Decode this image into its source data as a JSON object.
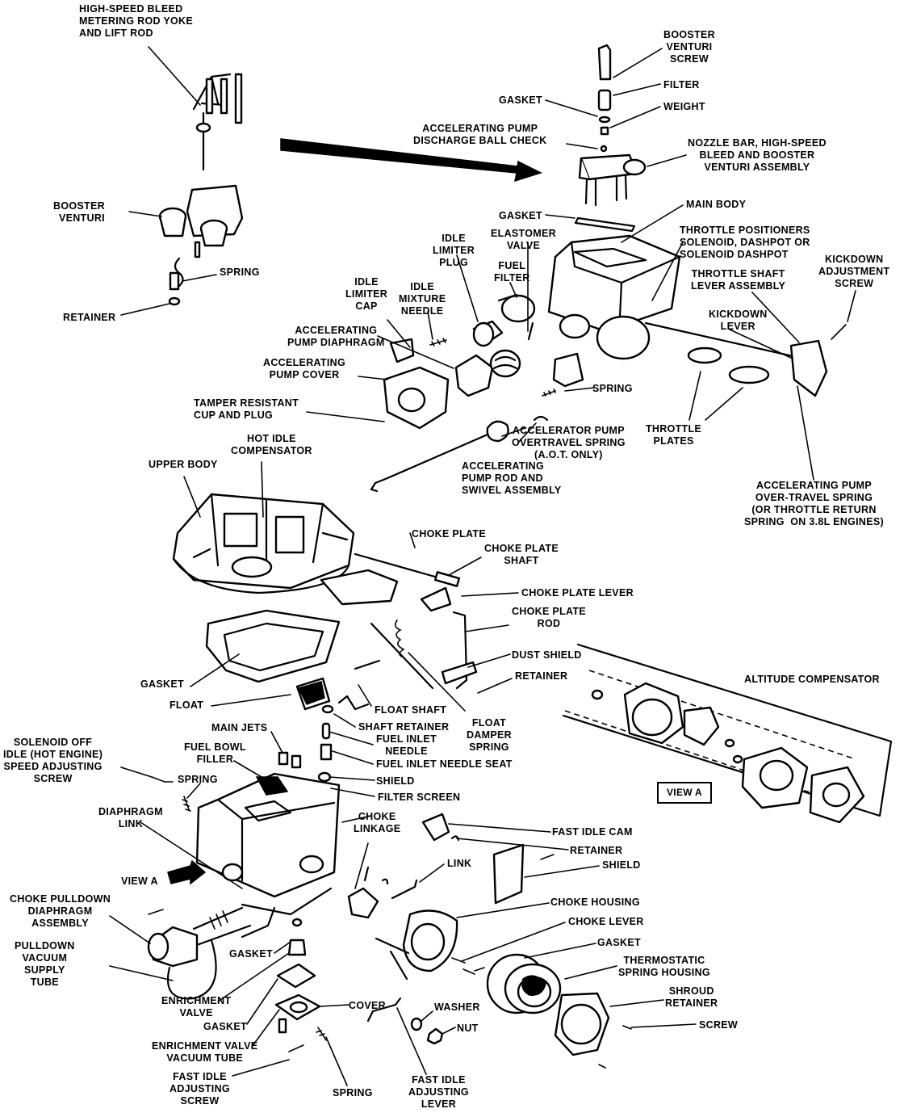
{
  "labels": {
    "high_speed_bleed": "HIGH-SPEED BLEED\nMETERING ROD YOKE\nAND LIFT ROD",
    "booster_venturi_left": "BOOSTER\nVENTURI",
    "spring_top": "SPRING",
    "retainer_top": "RETAINER",
    "booster_venturi_screw": "BOOSTER\nVENTURI\nSCREW",
    "filter": "FILTER",
    "gasket_top": "GASKET",
    "weight": "WEIGHT",
    "accel_pump_ball_check": "ACCELERATING PUMP\nDISCHARGE BALL CHECK",
    "nozzle_bar": "NOZZLE BAR, HIGH-SPEED\nBLEED AND BOOSTER\nVENTURI ASSEMBLY",
    "gasket_mid": "GASKET",
    "main_body": "MAIN BODY",
    "throttle_positioners": "THROTTLE POSITIONERS\nSOLENOID, DASHPOT OR\nSOLENOID DASHPOT",
    "idle_limiter_plug": "IDLE\nLIMITER\nPLUG",
    "elastomer_valve": "ELASTOMER\nVALVE",
    "fuel_filter": "FUEL\nFILTER",
    "idle_limiter_cap": "IDLE\nLIMITER\nCAP",
    "idle_mixture_needle": "IDLE\nMIXTURE\nNEEDLE",
    "kickdown_adjustment_screw": "KICKDOWN\nADJUSTMENT\nSCREW",
    "throttle_shaft_lever": "THROTTLE SHAFT\nLEVER ASSEMBLY",
    "kickdown_lever": "KICKDOWN\nLEVER",
    "accel_pump_diaphragm": "ACCELERATING\nPUMP DIAPHRAGM",
    "accel_pump_cover": "ACCELERATING\nPUMP COVER",
    "spring_pump": "SPRING",
    "tamper_resistant": "TAMPER RESISTANT\nCUP AND PLUG",
    "hot_idle_compensator": "HOT IDLE\nCOMPENSATOR",
    "accel_pump_overtravel": "ACCELERATOR PUMP\nOVERTRAVEL SPRING\n(A.O.T. ONLY)",
    "throttle_plates": "THROTTLE\nPLATES",
    "upper_body": "UPPER BODY",
    "accel_pump_rod": "ACCELERATING\nPUMP ROD AND\nSWIVEL ASSEMBLY",
    "accel_pump_overtravel_right": "ACCELERATING PUMP\nOVER-TRAVEL SPRING\n(OR THROTTLE RETURN\nSPRING  ON 3.8L ENGINES)",
    "choke_plate": "CHOKE PLATE",
    "choke_plate_shaft": "CHOKE PLATE\nSHAFT",
    "choke_plate_lever": "CHOKE PLATE LEVER",
    "choke_plate_rod": "CHOKE PLATE\nROD",
    "dust_shield": "DUST SHIELD",
    "retainer_mid": "RETAINER",
    "altitude_compensator": "ALTITUDE COMPENSATOR",
    "gasket_left": "GASKET",
    "float": "FLOAT",
    "float_shaft": "FLOAT SHAFT",
    "float_damper_spring": "FLOAT\nDAMPER\nSPRING",
    "shaft_retainer": "SHAFT RETAINER",
    "main_jets": "MAIN JETS",
    "fuel_inlet_needle": "FUEL INLET\nNEEDLE",
    "solenoid_off_idle": "SOLENOID OFF\nIDLE (HOT ENGINE)\nSPEED ADJUSTING\nSCREW",
    "fuel_bowl_filler": "FUEL BOWL\nFILLER",
    "fuel_inlet_needle_seat": "FUEL INLET NEEDLE SEAT",
    "shield_mid": "SHIELD",
    "spring_left": "SPRING",
    "filter_screen": "FILTER SCREEN",
    "view_a_box": "VIEW A",
    "diaphragm_link": "DIAPHRAGM\nLINK",
    "choke_linkage": "CHOKE\nLINKAGE",
    "fast_idle_cam": "FAST IDLE CAM",
    "retainer_low": "RETAINER",
    "view_a_arrow": "VIEW A",
    "link": "LINK",
    "shield_low": "SHIELD",
    "choke_pulldown": "CHOKE PULLDOWN\nDIAPHRAGM\nASSEMBLY",
    "choke_housing": "CHOKE HOUSING",
    "choke_lever": "CHOKE LEVER",
    "pulldown_vacuum": "PULLDOWN\nVACUUM\nSUPPLY\nTUBE",
    "gasket_choke": "GASKET",
    "gasket_low": "GASKET",
    "thermostatic_spring": "THERMOSTATIC\nSPRING HOUSING",
    "shroud_retainer": "SHROUD\nRETAINER",
    "enrichment_valve": "ENRICHMENT\nVALVE",
    "cover": "COVER",
    "washer": "WASHER",
    "gasket_bottom": "GASKET",
    "nut": "NUT",
    "screw": "SCREW",
    "enrichment_valve_vacuum": "ENRICHMENT VALVE\nVACUUM TUBE",
    "fast_idle_adjusting_screw": "FAST IDLE\nADJUSTING\nSCREW",
    "spring_bottom": "SPRING",
    "fast_idle_adjusting_lever": "FAST IDLE\nADJUSTING\nLEVER"
  },
  "colors": {
    "ink": "#000000",
    "paper": "#ffffff"
  }
}
